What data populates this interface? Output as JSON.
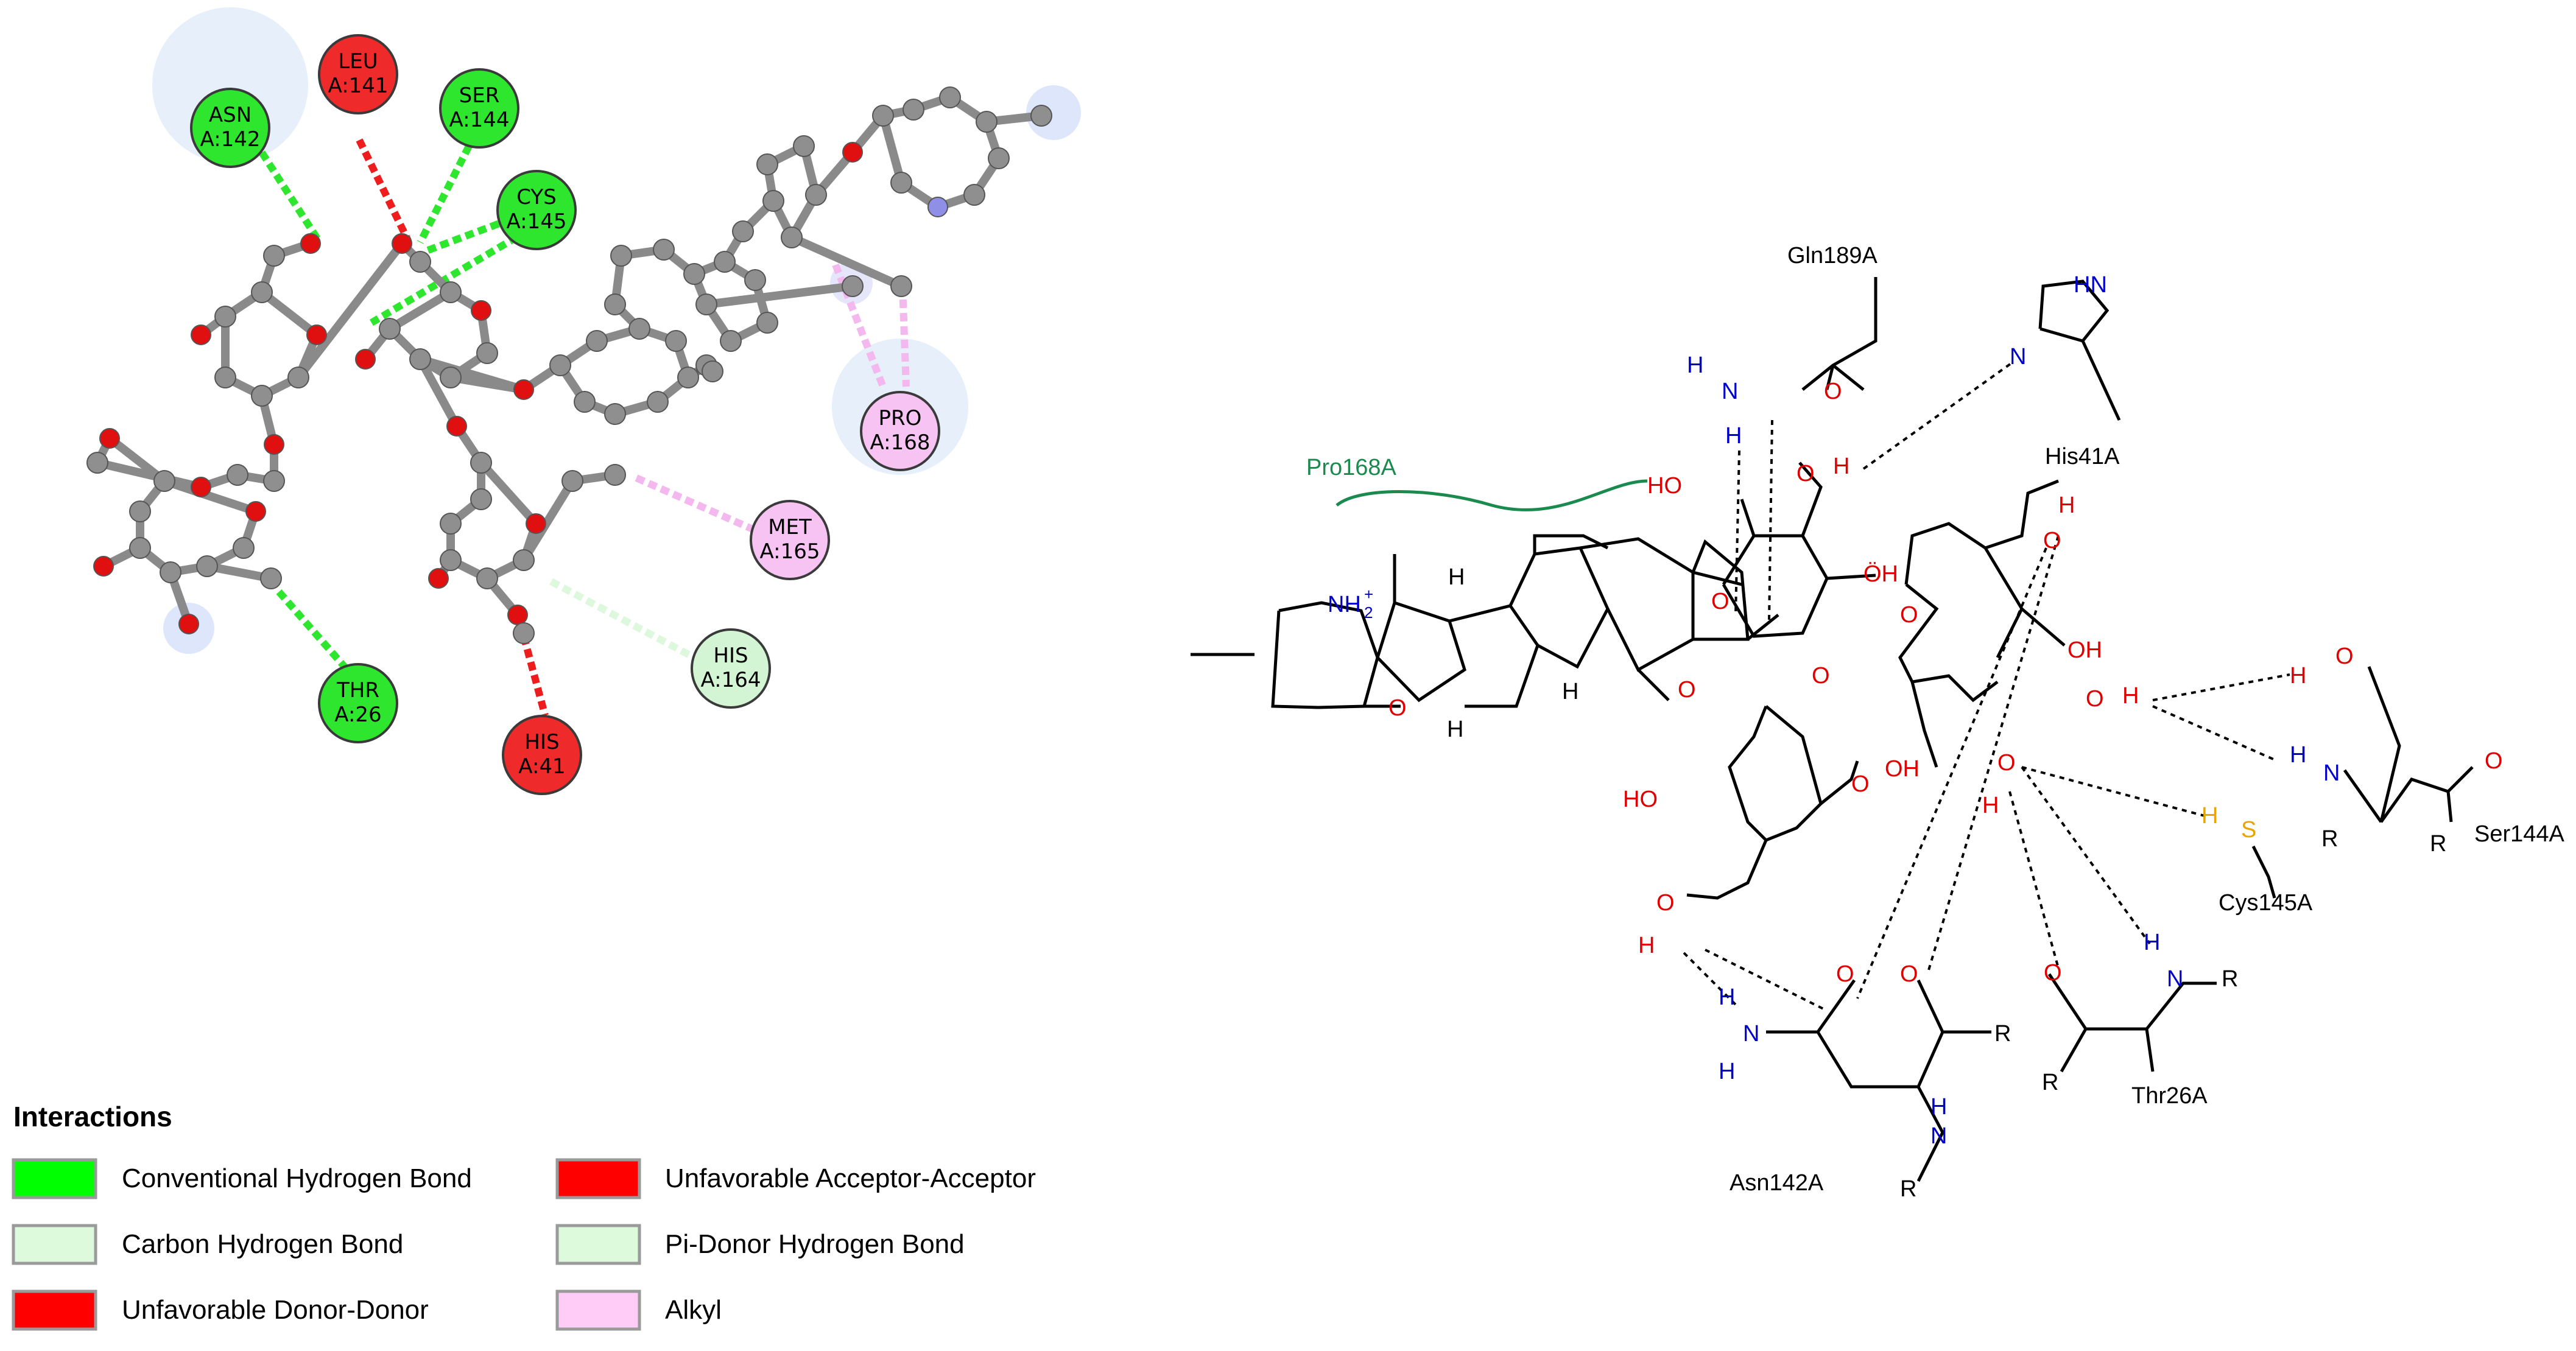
{
  "left_panel": {
    "residues": [
      {
        "id": "res-asn142",
        "line1": "ASN",
        "line2": "A:142",
        "fill": "#2ee62e",
        "text": "#000000"
      },
      {
        "id": "res-leu141",
        "line1": "LEU",
        "line2": "A:141",
        "fill": "#ee2a2a",
        "text": "#000000"
      },
      {
        "id": "res-ser144",
        "line1": "SER",
        "line2": "A:144",
        "fill": "#2ee62e",
        "text": "#000000"
      },
      {
        "id": "res-cys145",
        "line1": "CYS",
        "line2": "A:145",
        "fill": "#2ee62e",
        "text": "#000000"
      },
      {
        "id": "res-pro168",
        "line1": "PRO",
        "line2": "A:168",
        "fill": "#f7c3f2",
        "text": "#000000"
      },
      {
        "id": "res-met165",
        "line1": "MET",
        "line2": "A:165",
        "fill": "#f7c3f2",
        "text": "#000000"
      },
      {
        "id": "res-his164",
        "line1": "HIS",
        "line2": "A:164",
        "fill": "#d4f5d4",
        "text": "#000000"
      },
      {
        "id": "res-his41",
        "line1": "HIS",
        "line2": "A:41",
        "fill": "#ee2a2a",
        "text": "#000000"
      },
      {
        "id": "res-thr26",
        "line1": "THR",
        "line2": "A:26",
        "fill": "#2ee62e",
        "text": "#000000"
      }
    ]
  },
  "legend": {
    "title": "Interactions",
    "items": [
      {
        "label": "Conventional Hydrogen Bond",
        "color": "#00ff00"
      },
      {
        "label": "Unfavorable Acceptor-Acceptor",
        "color": "#ff0000"
      },
      {
        "label": "Carbon Hydrogen Bond",
        "color": "#ddfadd"
      },
      {
        "label": "Pi-Donor Hydrogen Bond",
        "color": "#ddfadd"
      },
      {
        "label": "Unfavorable Donor-Donor",
        "color": "#ff0000"
      },
      {
        "label": "Alkyl",
        "color": "#ffccf8"
      }
    ]
  },
  "right_panel": {
    "residue_labels": {
      "gln189": "Gln189A",
      "his41": "His41A",
      "pro168": "Pro168A",
      "ser144": "Ser144A",
      "cys145": "Cys145A",
      "thr26": "Thr26A",
      "asn142": "Asn142A"
    },
    "atoms": {
      "H": "H",
      "N": "N",
      "O": "O",
      "S": "S",
      "R": "R",
      "HN": "HN",
      "HO": "HO",
      "OH": "OH",
      "OH_dot": "ÖH",
      "NH2": "NH",
      "NH2_sub": "2",
      "NH2_sup": "+"
    },
    "colors": {
      "nitrogen": "#0000cc",
      "oxygen": "#e00000",
      "sulfur": "#e8a400",
      "pro_curve": "#1b8a4f"
    }
  }
}
